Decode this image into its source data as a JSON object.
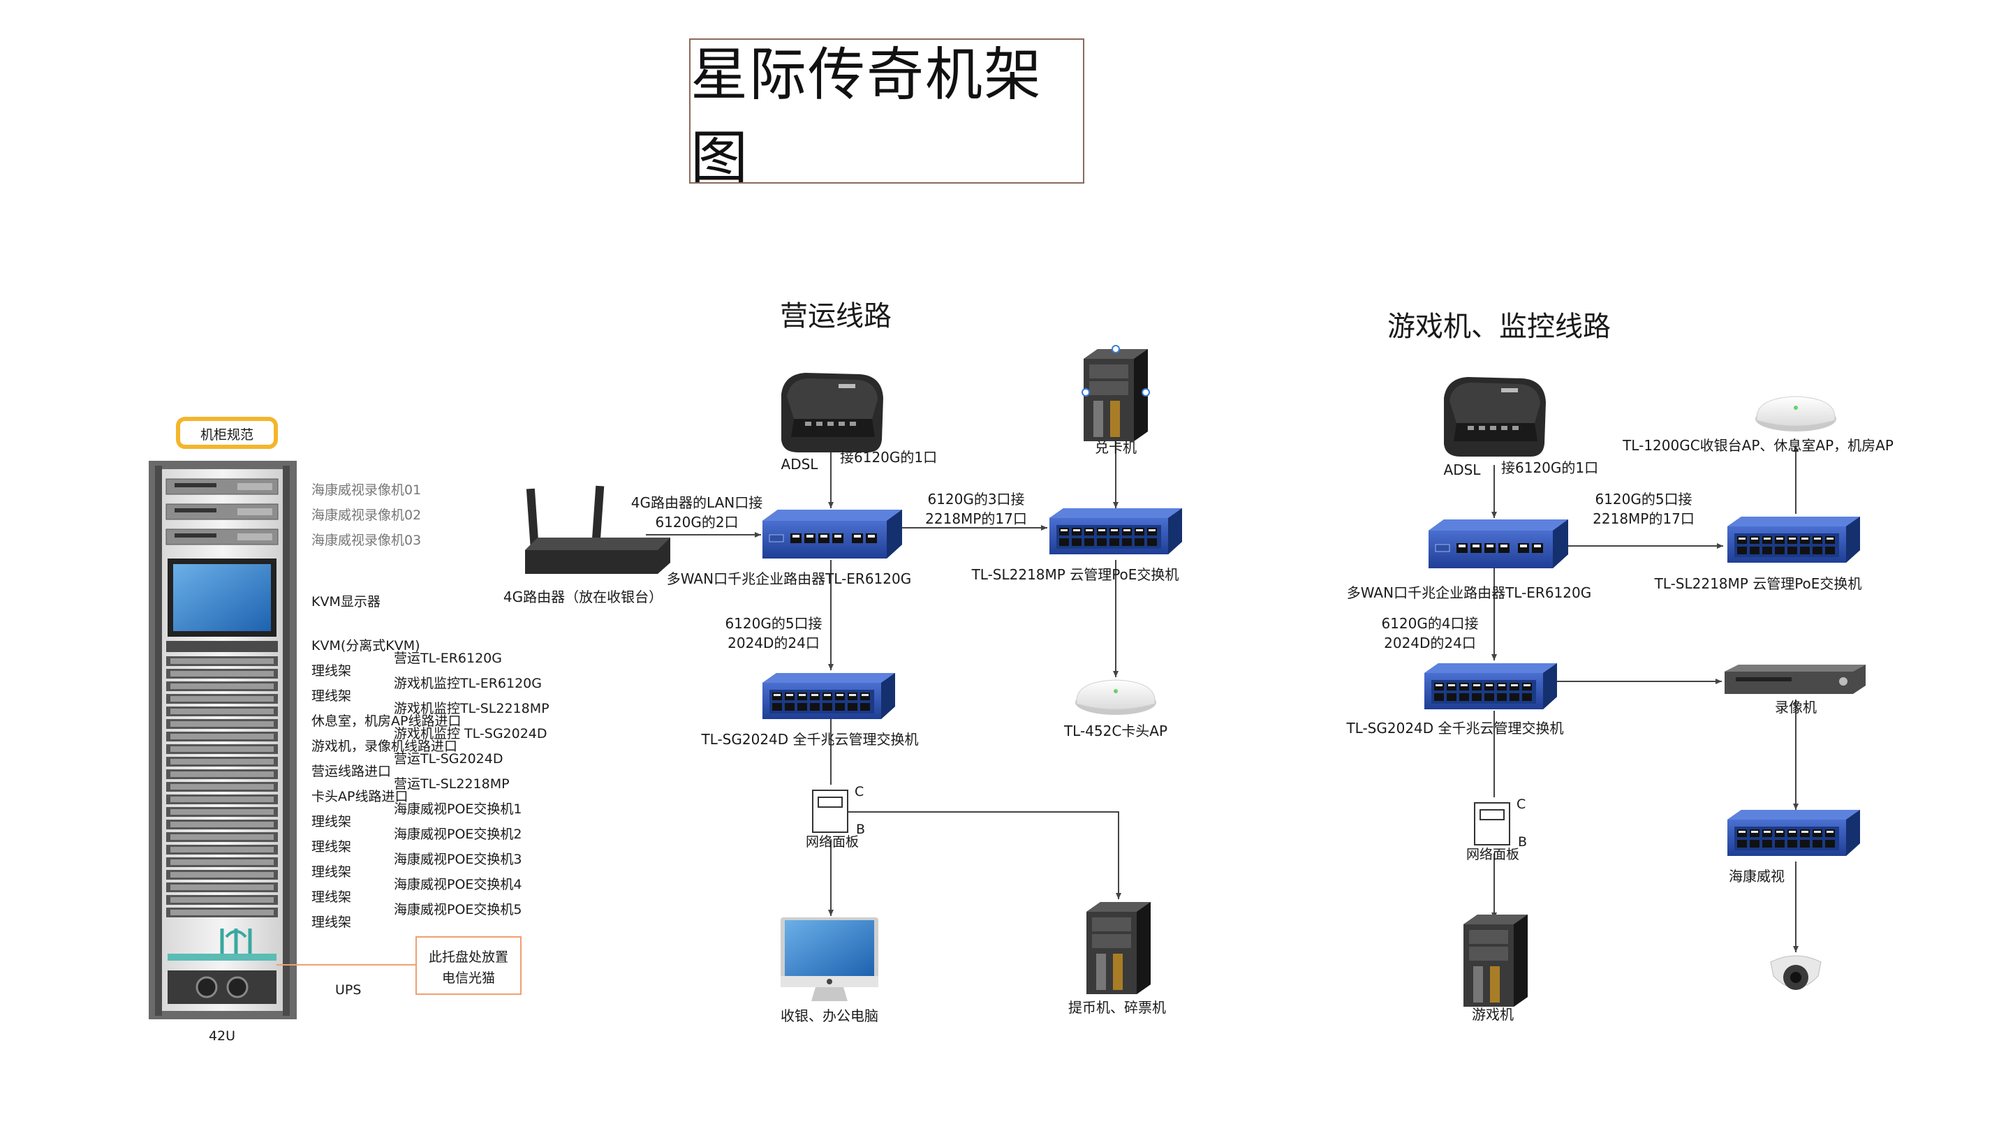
{
  "title": "星际传奇机架图",
  "sections": {
    "business": "营运线路",
    "game": "游戏机、监控线路"
  },
  "rack": {
    "header": "机柜规范",
    "size_label": "42U",
    "ups_label": "UPS",
    "note": [
      "此托盘处放置",
      "电信光猫"
    ],
    "gray_labels": [
      "海康威视录像机01",
      "海康威视录像机02",
      "海康威视录像机03"
    ],
    "left_labels": [
      "KVM显示器",
      "KVM(分离式KVM)",
      "理线架",
      "理线架",
      "休息室，机房AP线路进口",
      "游戏机，录像机线路进口",
      "营运线路进口",
      "卡头AP线路进口",
      "理线架",
      "理线架",
      "理线架",
      "理线架",
      "理线架"
    ],
    "right_labels": [
      "营运TL-ER6120G",
      "游戏机监控TL-ER6120G",
      "游戏机监控TL-SL2218MP",
      "游戏机监控 TL-SG2024D",
      "营运TL-SG2024D",
      "营运TL-SL2218MP",
      "海康威视POE交换机1",
      "海康威视POE交换机2",
      "海康威视POE交换机3",
      "海康威视POE交换机4",
      "海康威视POE交换机5"
    ]
  },
  "business": {
    "adsl": "ADSL",
    "adsl_conn": "接6120G的1口",
    "router4g": "4G路由器（放在收银台）",
    "router4g_conn": [
      "4G路由器的LAN口接",
      "6120G的2口"
    ],
    "gateway": "多WAN口千兆企业路由器TL-ER6120G",
    "conn_3_17": [
      "6120G的3口接",
      "2218MP的17口"
    ],
    "poe": "TL-SL2218MP 云管理PoE交换机",
    "kiosk": "兑卡机",
    "ap": "TL-452C卡头AP",
    "conn_5_24": [
      "6120G的5口接",
      "2024D的24口"
    ],
    "sw24": "TL-SG2024D 全千兆云管理交换机",
    "panel": "网络面板",
    "port_c": "C",
    "port_b": "B",
    "pc": "收银、办公电脑",
    "tower": "提币机、碎票机"
  },
  "game": {
    "adsl": "ADSL",
    "adsl_conn": "接6120G的1口",
    "gateway": "多WAN口千兆企业路由器TL-ER6120G",
    "conn_5_17": [
      "6120G的5口接",
      "2218MP的17口"
    ],
    "poe": "TL-SL2218MP 云管理PoE交换机",
    "ap": "TL-1200GC收银台AP、休息室AP，机房AP",
    "conn_4_24": [
      "6120G的4口接",
      "2024D的24口"
    ],
    "sw24": "TL-SG2024D 全千兆云管理交换机",
    "nvr": "录像机",
    "panel": "网络面板",
    "port_c": "C",
    "port_b": "B",
    "hik": "海康威视",
    "game_pc": "游戏机"
  },
  "colors": {
    "switch_blue": "#2a4ea8",
    "note_border": "#f0a070",
    "header_border": "#f3b52b",
    "title_border": "#8a6a5a"
  }
}
